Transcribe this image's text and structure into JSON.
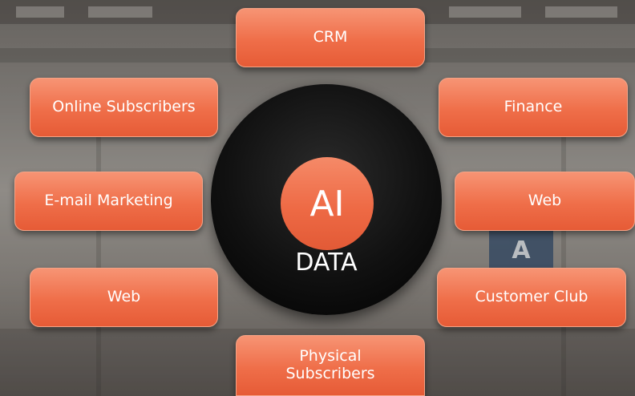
{
  "center": {
    "ai_label": "AI",
    "data_label": "DATA"
  },
  "nodes": {
    "top": "CRM",
    "upper_left": "Online Subscribers",
    "upper_right": "Finance",
    "mid_left": "E-mail Marketing",
    "mid_right": "Web",
    "lower_left": "Web",
    "lower_right": "Customer Club",
    "bottom_line1": "Physical",
    "bottom_line2": "Subscribers"
  },
  "background": {
    "sign_letter": "A"
  },
  "colors": {
    "node_orange": "#ef6e49",
    "center_black": "#000000",
    "text": "#ffffff"
  }
}
